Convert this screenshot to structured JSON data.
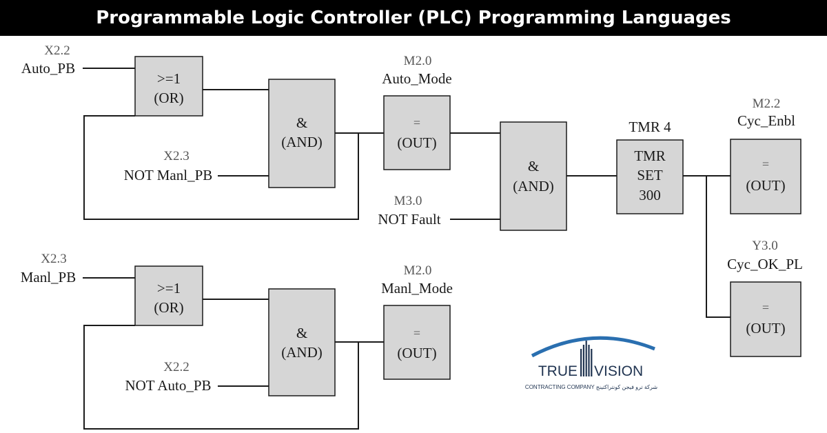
{
  "title": "Programmable Logic Controller (PLC) Programming Languages",
  "network1": {
    "input1": {
      "addr": "X2.2",
      "name": "Auto_PB"
    },
    "or_block": {
      "symbol": ">=1",
      "label": "(OR)"
    },
    "input2": {
      "addr": "X2.3",
      "name": "NOT Manl_PB"
    },
    "and_block": {
      "symbol": "&",
      "label": "(AND)"
    },
    "output": {
      "addr": "M2.0",
      "name": "Auto_Mode",
      "symbol": "=",
      "label": "(OUT)"
    }
  },
  "network2": {
    "input_fault": {
      "addr": "M3.0",
      "name": "NOT Fault"
    },
    "and_block": {
      "symbol": "&",
      "label": "(AND)"
    },
    "timer": {
      "header": "TMR 4",
      "line1": "TMR",
      "line2": "SET",
      "line3": "300"
    },
    "output1": {
      "addr": "M2.2",
      "name": "Cyc_Enbl",
      "symbol": "=",
      "label": "(OUT)"
    },
    "output2": {
      "addr": "Y3.0",
      "name": "Cyc_OK_PL",
      "symbol": "=",
      "label": "(OUT)"
    }
  },
  "network3": {
    "input1": {
      "addr": "X2.3",
      "name": "Manl_PB"
    },
    "or_block": {
      "symbol": ">=1",
      "label": "(OR)"
    },
    "input2": {
      "addr": "X2.2",
      "name": "NOT Auto_PB"
    },
    "and_block": {
      "symbol": "&",
      "label": "(AND)"
    },
    "output": {
      "addr": "M2.0",
      "name": "Manl_Mode",
      "symbol": "=",
      "label": "(OUT)"
    }
  },
  "logo": {
    "word1": "TRUE",
    "word2": "VISION",
    "tagline": "CONTRACTING COMPANY شركة ترو فيجن كونتراكتينج",
    "color": "#1f3350",
    "arc_color": "#2a6fb0"
  }
}
